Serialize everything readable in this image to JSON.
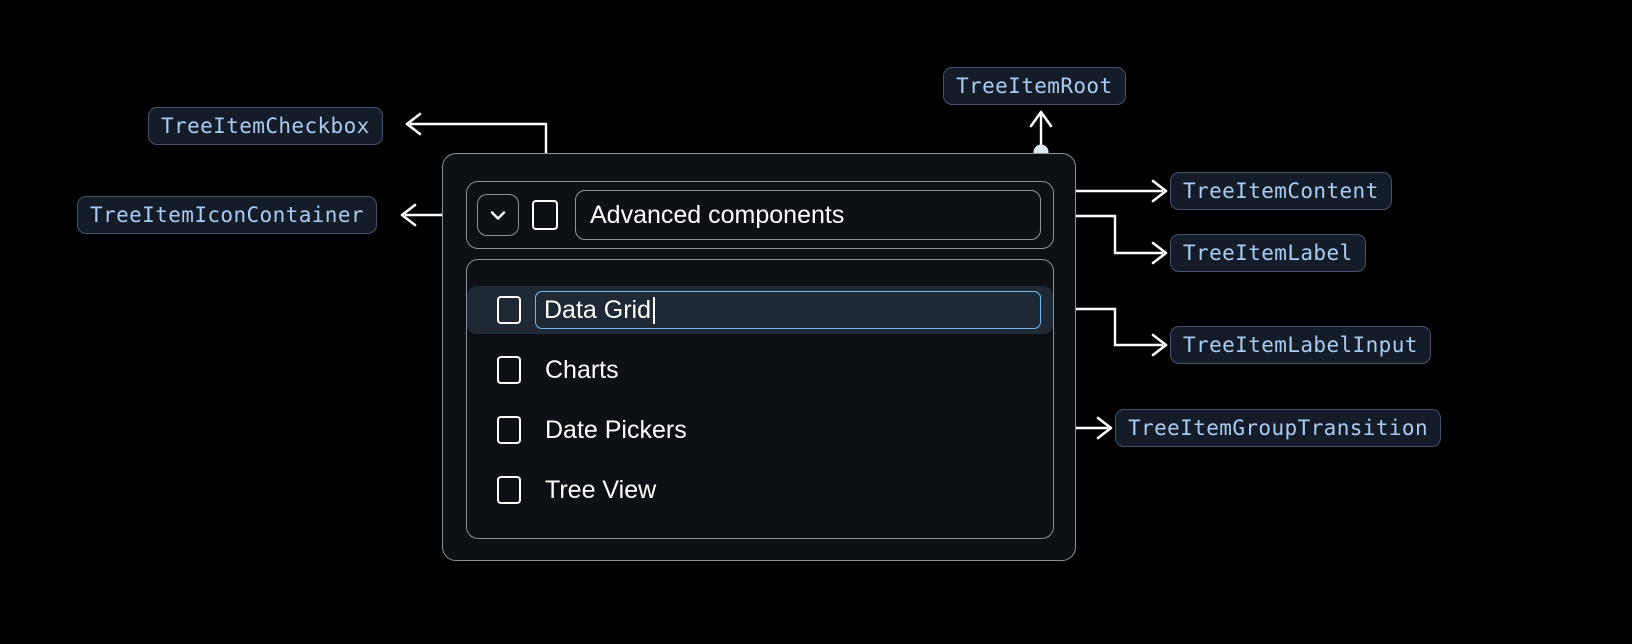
{
  "theme": {
    "background": "#000000",
    "chip_bg": "#141c29",
    "chip_border": "#44536b",
    "chip_text": "#a9cdf2",
    "outline": "#8d9299",
    "wire": "#ffffff",
    "dot": "#dde8f5",
    "selected_row_bg": "#1e2936",
    "input_focus_border": "#79b6e8",
    "text": "#ffffff"
  },
  "annotations": [
    {
      "id": "tree-item-checkbox",
      "label": "TreeItemCheckbox"
    },
    {
      "id": "tree-item-icon-container",
      "label": "TreeItemIconContainer"
    },
    {
      "id": "tree-item-root",
      "label": "TreeItemRoot"
    },
    {
      "id": "tree-item-content",
      "label": "TreeItemContent"
    },
    {
      "id": "tree-item-label",
      "label": "TreeItemLabel"
    },
    {
      "id": "tree-item-label-input",
      "label": "TreeItemLabelInput"
    },
    {
      "id": "tree-item-group-transition",
      "label": "TreeItemGroupTransition"
    }
  ],
  "tree": {
    "header": {
      "expand_icon": "chevron-down-icon",
      "checkbox_checked": false,
      "label": "Advanced components"
    },
    "children": [
      {
        "label": "Data Grid",
        "checked": false,
        "selected": true,
        "editing": true
      },
      {
        "label": "Charts",
        "checked": false,
        "selected": false,
        "editing": false
      },
      {
        "label": "Date Pickers",
        "checked": false,
        "selected": false,
        "editing": false
      },
      {
        "label": "Tree View",
        "checked": false,
        "selected": false,
        "editing": false
      }
    ]
  }
}
